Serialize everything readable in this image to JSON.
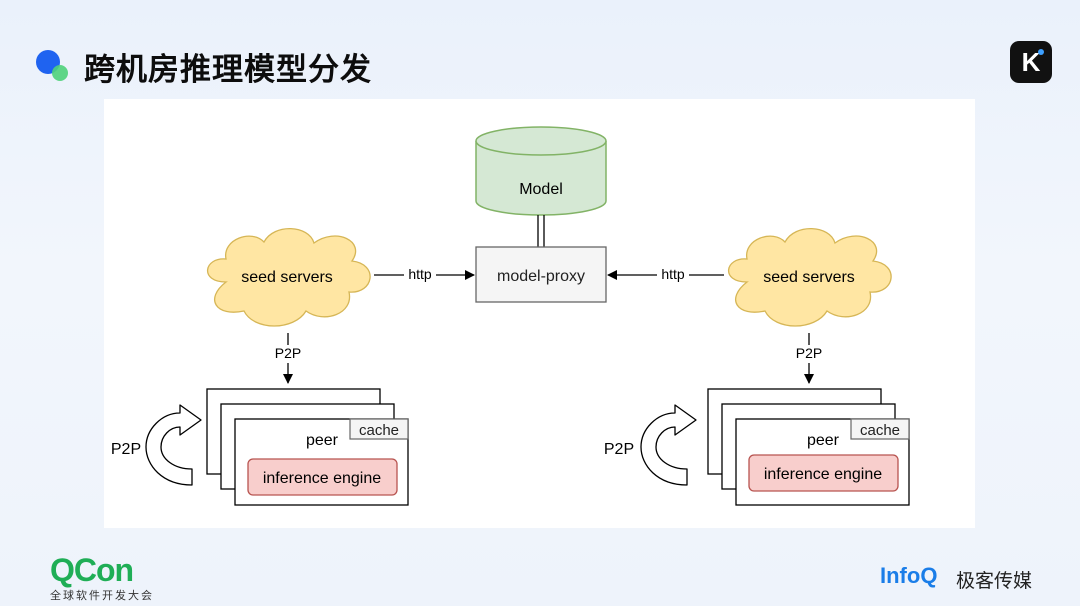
{
  "slide": {
    "title": "跨机房推理模型分发",
    "corner_logo_letter": "K"
  },
  "diagram": {
    "model": "Model",
    "proxy": "model-proxy",
    "seed_left": "seed servers",
    "seed_right": "seed servers",
    "http_left": "http",
    "http_right": "http",
    "p2p_left_down": "P2P",
    "p2p_right_down": "P2P",
    "p2p_left_side": "P2P",
    "p2p_right_side": "P2P",
    "peer_left": "peer",
    "peer_right": "peer",
    "cache_left": "cache",
    "cache_right": "cache",
    "engine_left": "inference engine",
    "engine_right": "inference engine",
    "colors": {
      "model_fill": "#d5e8d4",
      "model_stroke": "#82b366",
      "cloud_fill": "#ffe6a3",
      "cloud_stroke": "#d6b656",
      "engine_fill": "#f8cecc",
      "engine_stroke": "#b85450",
      "proxy_fill": "#f5f5f5",
      "proxy_stroke": "#666666"
    }
  },
  "footer": {
    "qcon_logo": "QCon",
    "qcon_sub": "全球软件开发大会",
    "infoq_logo": "InfoQ",
    "media_label": "极客传媒"
  }
}
